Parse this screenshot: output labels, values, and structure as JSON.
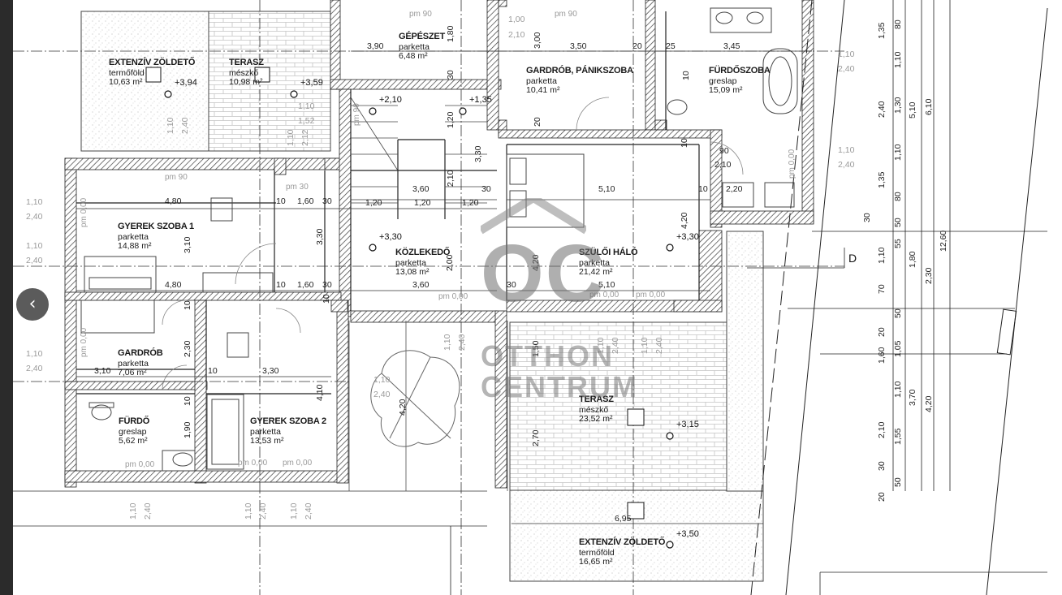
{
  "rooms": [
    {
      "id": "extenziv1",
      "name": "EXTENZÍV ZÖLDETŐ",
      "material": "termőföld",
      "area": "10,63 m²",
      "level": "+3,94"
    },
    {
      "id": "terasz1",
      "name": "TERASZ",
      "material": "mészkő",
      "area": "10,98 m²",
      "level": "+3,59"
    },
    {
      "id": "gepeszet",
      "name": "GÉPÉSZET",
      "material": "parketta",
      "area": "6,48 m²"
    },
    {
      "id": "gardrob-panik",
      "name": "GARDRÓB, PÁNIKSZOBA",
      "material": "parketta",
      "area": "10,41 m²"
    },
    {
      "id": "furdoszoba",
      "name": "FÜRDŐSZOBA",
      "material": "greslap",
      "area": "15,09 m²"
    },
    {
      "id": "gyerek1",
      "name": "GYEREK SZOBA 1",
      "material": "parketta",
      "area": "14,88 m²"
    },
    {
      "id": "kozlekedo",
      "name": "KÖZLEKEDŐ",
      "material": "parketta",
      "area": "13,08 m²",
      "level": "+3,30"
    },
    {
      "id": "szuloi",
      "name": "SZÜLŐI HÁLÓ",
      "material": "parketta",
      "area": "21,42 m²",
      "level": "+3,30"
    },
    {
      "id": "gardrob",
      "name": "GARDRÓB",
      "material": "parketta",
      "area": "7,06 m²"
    },
    {
      "id": "furdo",
      "name": "FÜRDŐ",
      "material": "greslap",
      "area": "5,62 m²"
    },
    {
      "id": "gyerek2",
      "name": "GYEREK SZOBA 2",
      "material": "parketta",
      "area": "13,53 m²"
    },
    {
      "id": "terasz2",
      "name": "TERASZ",
      "material": "mészkő",
      "area": "23,52 m²",
      "level": "+3,15"
    },
    {
      "id": "extenziv2",
      "name": "EXTENZÍV ZÖLDETŐ",
      "material": "termőföld",
      "area": "16,65 m²",
      "level": "+3,50"
    }
  ],
  "levels": {
    "stair_top": "+2,10",
    "stair_right": "+1,35"
  },
  "dimensions": {
    "d390": "3,90",
    "d350": "3,50",
    "d20a": "20",
    "d25": "25",
    "d345": "3,45",
    "d300": "3,00",
    "d180": "1,80",
    "d30a": "30",
    "d100": "1,00",
    "d210a": "2,10",
    "d360a": "3,60",
    "d30b": "30",
    "d510a": "5,10",
    "d10a": "10",
    "d220": "2,20",
    "d120a": "1,20",
    "d120b": "1,20",
    "d120c": "1,20",
    "d120v": "1,20",
    "d330v": "3,30",
    "d210v": "2,10",
    "d480a": "4,80",
    "d10b": "10",
    "d160a": "1,60",
    "d30c": "30",
    "d480b": "4,80",
    "d10c": "10",
    "d160b": "1,60",
    "d30d": "30",
    "d360b": "3,60",
    "d30e": "30",
    "d510b": "5,10",
    "d310h": "3,10",
    "d10d": "10",
    "d330h": "3,30",
    "d310v": "3,10",
    "d330k": "3,30",
    "d200": "2,00",
    "d420a": "4,20",
    "d420b": "4,20",
    "d420c": "4,20",
    "d420d": "4,20",
    "d230": "2,30",
    "d190": "1,90",
    "d410": "4,10",
    "d150": "1,50",
    "d270": "2,70",
    "d695": "6,95",
    "d10e": "10",
    "d10f": "10",
    "d10g": "10",
    "d10h": "10",
    "d10i": "10",
    "d90": "90",
    "d210b": "2,10",
    "r135a": "1,35",
    "r80a": "80",
    "r110a": "1,10",
    "r240a": "2,40",
    "r130a": "1,30",
    "r110b": "1,10",
    "r135b": "1,35",
    "r80b": "80",
    "r50a": "50",
    "r55": "55",
    "r110c": "1,10",
    "r70": "70",
    "r30a": "30",
    "r50b": "50",
    "r20a": "20",
    "r160": "1,60",
    "r105": "1,05",
    "r110d": "1,10",
    "r210": "2,10",
    "r155": "1,55",
    "r30b": "30",
    "r50c": "50",
    "r20b": "20",
    "c510": "5,10",
    "c610": "6,10",
    "c180": "1,80",
    "c230": "2,30",
    "c370": "3,70",
    "c420": "4,20",
    "c1260": "12,60"
  },
  "greydims": {
    "g1": "1,10",
    "g2": "2,40",
    "g3": "1,10",
    "g4": "2,40",
    "g5": "1,10",
    "g6": "2,40",
    "g7": "1,10",
    "g8": "2,40",
    "g9": "1,10",
    "g10": "2,40",
    "g11": "1,10",
    "g12": "2,40",
    "g13": "1,10",
    "g14": "2,40",
    "g15": "1,10",
    "g16": "2,40",
    "g17": "1,00",
    "g18": "2,10",
    "g19": "1,10",
    "g20": "1,52",
    "g21": "1,10",
    "g22": "2,12",
    "g23": "1,10",
    "g24": "2,40",
    "g25": "1,10",
    "g26": "2,40",
    "g27": "1,10",
    "g28": "2,40",
    "g29": "1,10",
    "g30": "2,40",
    "g31": "1,10",
    "g32": "2,40"
  },
  "pm_labels": {
    "pm1": "pm 90",
    "pm2": "pm 90",
    "pm3": "pm 90",
    "pm4": "pm 30",
    "pm5": "pm 90",
    "pm6": "pm 0,00",
    "pm7": "pm 0,00",
    "pm8": "pm 0,00",
    "pm9": "pm 0,00",
    "pm10": "pm 0,00",
    "pm11": "pm 0,00",
    "pm12": "pm 0,00",
    "pm13": "pm 0,00",
    "pm14": "pm 0,00"
  },
  "axis_label": "D",
  "watermark": {
    "logo": "OC",
    "line1": "OTTHON",
    "line2": "CENTRUM"
  },
  "nav": {
    "back_glyph": "‹"
  },
  "colors": {
    "wall": "#ffffff",
    "hatch": "#3a3a3a",
    "line": "#222222",
    "grey": "#9a9a9a",
    "brick": "#bdbdbd"
  }
}
